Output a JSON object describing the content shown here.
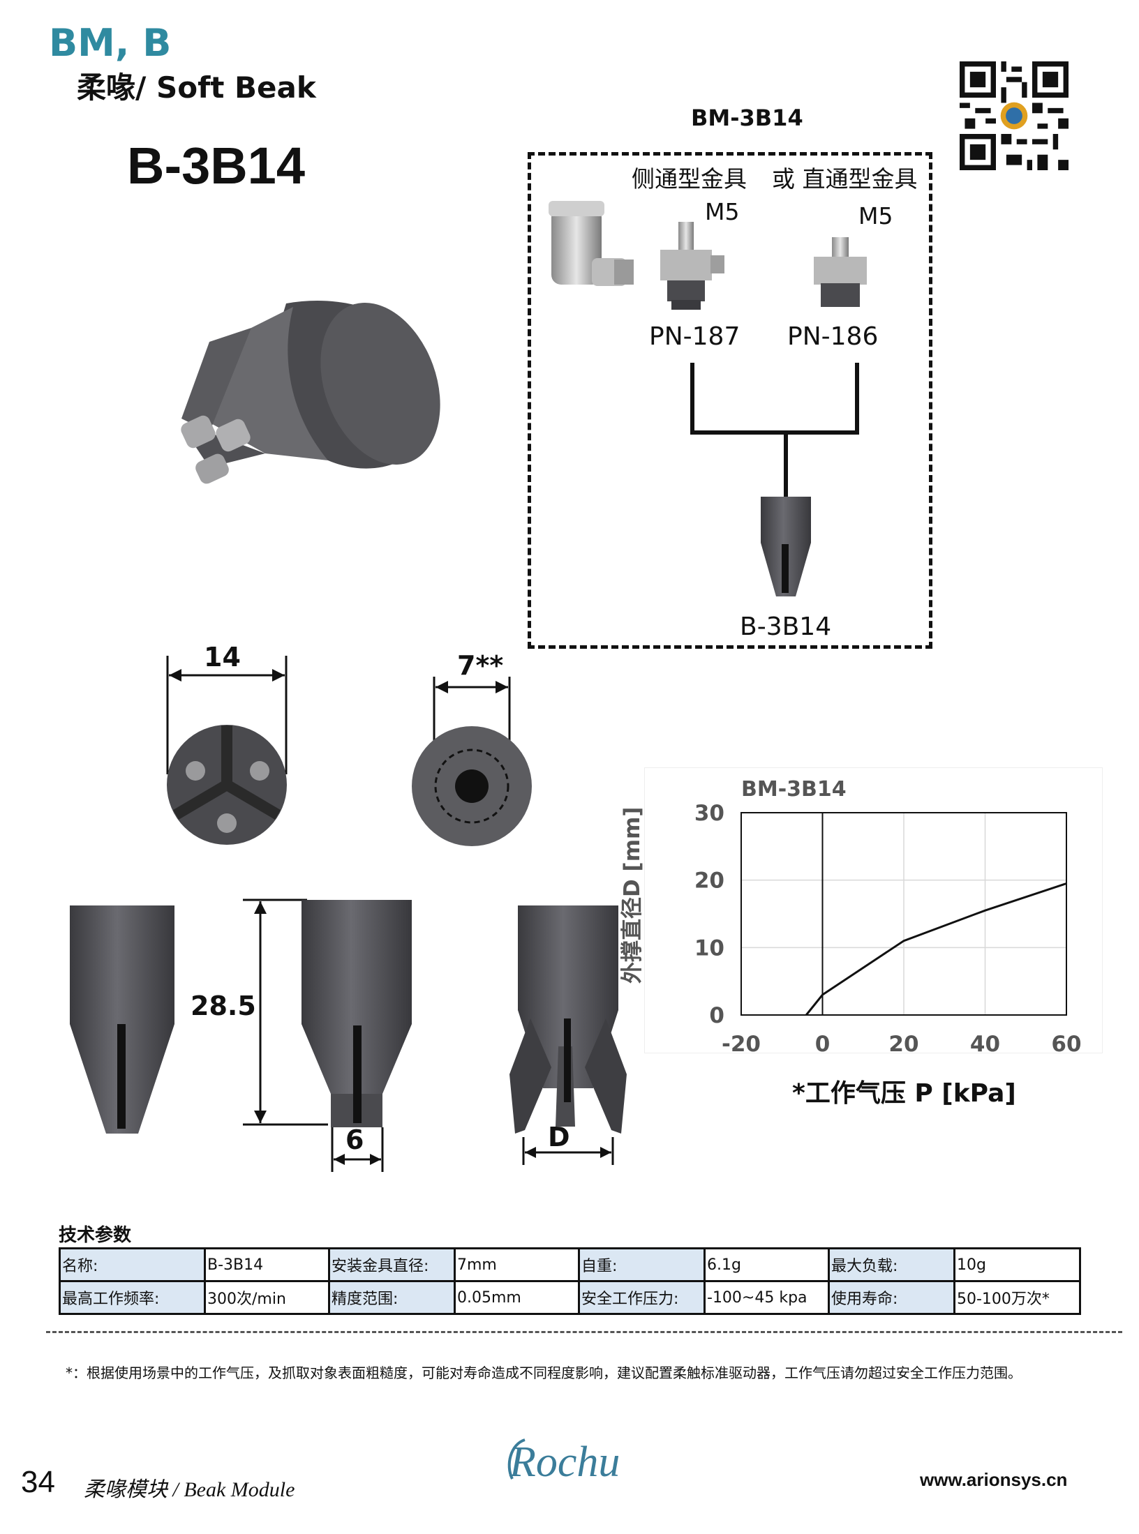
{
  "header": {
    "series": "BM, B",
    "subtitle": "柔喙/ Soft Beak",
    "product": "B-3B14"
  },
  "kit": {
    "title": "BM-3B14",
    "side_label": "侧通型金具",
    "straight_label": "或 直通型金具",
    "m5_left": "M5",
    "m5_right": "M5",
    "part_left": "PN-187",
    "part_right": "PN-186",
    "bottom_label": "B-3B14"
  },
  "dimensions": {
    "outer_diameter": "14",
    "mount_diameter": "7**",
    "length": "28.5",
    "tip_width": "6",
    "open_width": "D"
  },
  "chart_data": {
    "type": "line",
    "title": "BM-3B14",
    "xlabel": "*工作气压 P [kPa]",
    "ylabel": "外撑直径D [mm]",
    "xlim": [
      -20,
      60
    ],
    "ylim": [
      0,
      30
    ],
    "x_ticks": [
      "-20",
      "0",
      "20",
      "40",
      "60"
    ],
    "y_ticks": [
      "0",
      "10",
      "20",
      "30"
    ],
    "grid": true,
    "series": [
      {
        "x": [
          -4,
          0,
          20,
          40,
          60
        ],
        "y": [
          0,
          3,
          11,
          15.5,
          19.5
        ]
      }
    ]
  },
  "specs": {
    "title": "技术参数",
    "rows": [
      [
        "名称:",
        "B-3B14",
        "安装金具直径:",
        "7mm",
        "自重:",
        "6.1g",
        "最大负载:",
        "10g"
      ],
      [
        "最高工作频率:",
        "300次/min",
        "精度范围:",
        "0.05mm",
        "安全工作压力:",
        "-100~45 kpa",
        "使用寿命:",
        "50-100万次*"
      ]
    ]
  },
  "footnote": "*：根据使用场景中的工作气压，及抓取对象表面粗糙度，可能对寿命造成不同程度影响，建议配置柔触标准驱动器，工作气压请勿超过安全工作压力范围。",
  "footer": {
    "page_number": "34",
    "section": "柔喙模块 / Beak Module",
    "logo": "Rochu",
    "website": "www.arionsys.cn"
  }
}
